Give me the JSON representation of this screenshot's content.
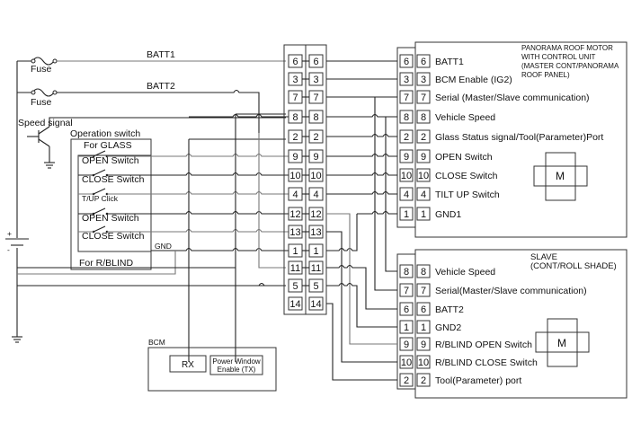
{
  "power": {
    "batt1_label": "BATT1",
    "batt2_label": "BATT2",
    "fuse1_label": "Fuse",
    "fuse2_label": "Fuse",
    "speed_signal_label": "Speed signal"
  },
  "operation_switch": {
    "title": "Operation switch",
    "glass_group": "For GLASS",
    "rblind_group": "For R/BLIND",
    "switches": [
      "OPEN Switch",
      "CLOSE Switch",
      "T/UP Click",
      "OPEN Switch",
      "CLOSE Switch"
    ],
    "gnd_label": "GND"
  },
  "junction_connector": {
    "left_pins": [
      "6",
      "3",
      "7",
      "8",
      "2",
      "9",
      "10",
      "4",
      "12",
      "13",
      "1",
      "11",
      "5",
      "14"
    ],
    "right_pins": [
      "6",
      "3",
      "7",
      "8",
      "2",
      "9",
      "10",
      "4",
      "12",
      "13",
      "1",
      "11",
      "5",
      "14"
    ]
  },
  "master_unit": {
    "title_lines": [
      "PANORAMA ROOF MOTOR",
      "WITH CONTROL UNIT",
      "(MASTER CONT/PANORAMA",
      "ROOF PANEL)"
    ],
    "motor_label": "M",
    "pins": [
      {
        "pin": "6",
        "label": "BATT1"
      },
      {
        "pin": "3",
        "label": "BCM Enable (IG2)"
      },
      {
        "pin": "7",
        "label": "Serial (Master/Slave communication)"
      },
      {
        "pin": "8",
        "label": "Vehicle Speed"
      },
      {
        "pin": "2",
        "label": "Glass Status signal/Tool(Parameter)Port"
      },
      {
        "pin": "9",
        "label": "OPEN Switch"
      },
      {
        "pin": "10",
        "label": "CLOSE Switch"
      },
      {
        "pin": "4",
        "label": "TILT UP Switch"
      },
      {
        "pin": "1",
        "label": "GND1"
      }
    ]
  },
  "slave_unit": {
    "title_lines": [
      "SLAVE",
      "(CONT/ROLL SHADE)"
    ],
    "motor_label": "M",
    "pins": [
      {
        "pin": "8",
        "label": "Vehicle Speed"
      },
      {
        "pin": "7",
        "label": "Serial(Master/Slave communication)"
      },
      {
        "pin": "6",
        "label": "BATT2"
      },
      {
        "pin": "1",
        "label": "GND2"
      },
      {
        "pin": "9",
        "label": "R/BLIND OPEN Switch"
      },
      {
        "pin": "10",
        "label": "R/BLIND CLOSE Switch"
      },
      {
        "pin": "2",
        "label": "Tool(Parameter) port"
      }
    ]
  },
  "bcm": {
    "title": "BCM",
    "rx_label": "RX",
    "tx_label_lines": [
      "Power Window",
      "Enable (TX)"
    ]
  },
  "battery": {
    "plus": "+",
    "minus": "-"
  }
}
